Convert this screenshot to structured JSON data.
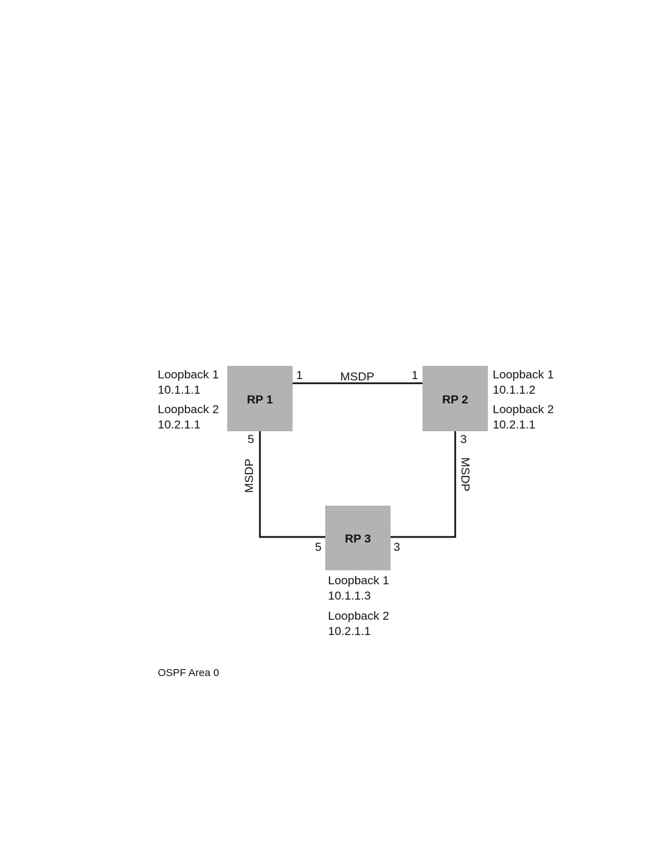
{
  "routers": [
    {
      "name": "RP 1",
      "loopbacks": [
        {
          "label": "Loopback 1",
          "ip": "10.1.1.1"
        },
        {
          "label": "Loopback 2",
          "ip": "10.2.1.1"
        }
      ]
    },
    {
      "name": "RP 2",
      "loopbacks": [
        {
          "label": "Loopback 1",
          "ip": "10.1.1.2"
        },
        {
          "label": "Loopback 2",
          "ip": "10.2.1.1"
        }
      ]
    },
    {
      "name": "RP 3",
      "loopbacks": [
        {
          "label": "Loopback 1",
          "ip": "10.1.1.3"
        },
        {
          "label": "Loopback 2",
          "ip": "10.2.1.1"
        }
      ]
    }
  ],
  "links": [
    {
      "label": "MSDP",
      "ports": [
        "1",
        "1"
      ]
    },
    {
      "label": "MSDP",
      "ports": [
        "5",
        "5"
      ]
    },
    {
      "label": "MSDP",
      "ports": [
        "3",
        "3"
      ]
    }
  ],
  "area_label": "OSPF Area 0",
  "colors": {
    "router_fill": "#b3b3b6",
    "link": "#111111"
  }
}
